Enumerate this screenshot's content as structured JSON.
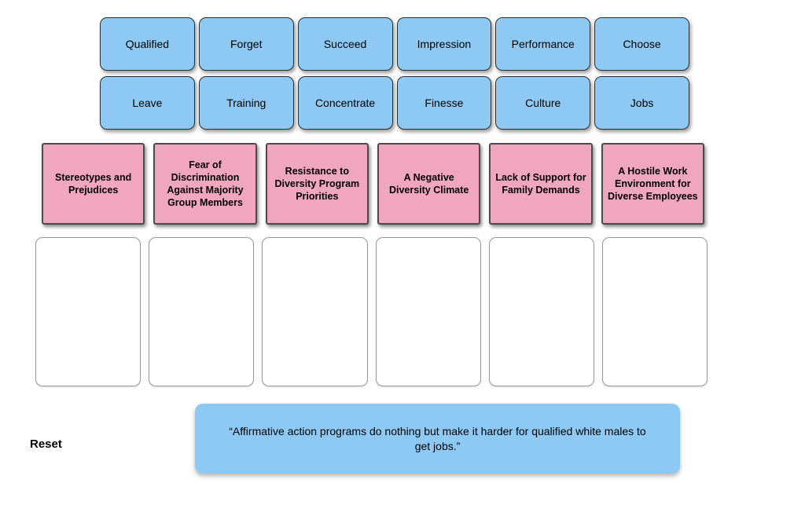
{
  "colors": {
    "tile_blue": "#8DC9F3",
    "card_pink": "#F0A5C0",
    "tile_border": "#2e2e2e",
    "card_border": "#4b4b4b",
    "dropzone_border": "#999999",
    "background": "#ffffff"
  },
  "word_bank": {
    "row1": [
      "Qualified",
      "Forget",
      "Succeed",
      "Impression",
      "Performance",
      "Choose"
    ],
    "row2": [
      "Leave",
      "Training",
      "Concentrate",
      "Finesse",
      "Culture",
      "Jobs"
    ]
  },
  "categories": [
    "Stereotypes and Prejudices",
    "Fear of Discrimination Against Majority Group Members",
    "Resistance to Diversity Program Priorities",
    "A Negative Diversity Climate",
    "Lack of Support for Family Demands",
    "A Hostile Work Environment for Diverse Employees"
  ],
  "drop_zones": {
    "count": 6
  },
  "reset_label": "Reset",
  "quote": {
    "text": "“Affirmative action programs do nothing but make it harder for qualified white males to get jobs.”"
  }
}
